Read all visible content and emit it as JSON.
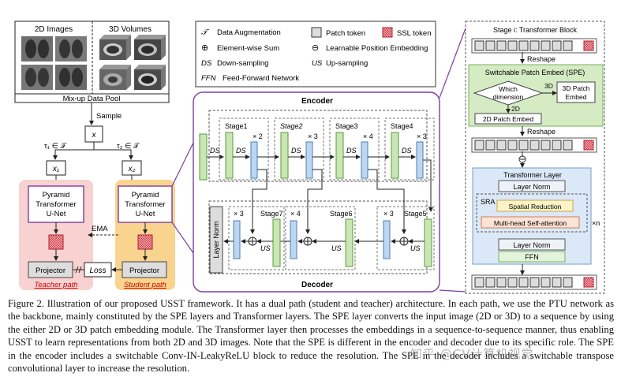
{
  "left": {
    "images_label": "2D Images",
    "volumes_label": "3D Volumes",
    "pool_label": "Mix-up Data Pool",
    "sample_label": "Sample",
    "x_var": "x",
    "tau1": "τ₁ ∈ 𝒯",
    "tau2": "τ₂ ∈ 𝒯",
    "x1": "x₁",
    "x2": "x₂",
    "ptu_line1": "Pyramid",
    "ptu_line2": "Transformer",
    "ptu_line3": "U-Net",
    "ema": "EMA",
    "projector": "Projector",
    "loss": "Loss",
    "teacher_path": "Teacher path",
    "student_path": "Student path"
  },
  "legend": {
    "aug_sym": "𝒯",
    "aug": "Data Augmentation",
    "sum_sym": "⊕",
    "sum": "Element-wise Sum",
    "ds_sym": "DS",
    "ds": "Down-sampling",
    "ffn_sym": "FFN",
    "ffn": "Feed-Forward Network",
    "patch": "Patch token",
    "ssl": "SSL token",
    "lpe_sym": "⊖",
    "lpe": "Learnable Position Embedding",
    "us_sym": "US",
    "us": "Up-sampling"
  },
  "center": {
    "encoder": "Encoder",
    "decoder": "Decoder",
    "layer_norm": "Layer Norm",
    "ds": "DS",
    "us": "US",
    "enc_stages": [
      {
        "name": "Stage1",
        "mult": "× 2"
      },
      {
        "name": "Stage2",
        "mult": "× 3"
      },
      {
        "name": "Stage3",
        "mult": "× 4"
      },
      {
        "name": "Stage4",
        "mult": "× 3"
      }
    ],
    "dec_stages": [
      {
        "name": "Stage7",
        "mult": "× 3"
      },
      {
        "name": "Stage6",
        "mult": "× 4"
      },
      {
        "name": "Stage5",
        "mult": "× 3"
      }
    ]
  },
  "right": {
    "title": "Stage i:  Transformer Block",
    "reshape1": "Reshape",
    "spe_title": "Switchable Patch Embed (SPE)",
    "which": "Which",
    "dimension": "dimension",
    "d3": "3D",
    "d2": "2D",
    "patch3d_1": "3D Patch",
    "patch3d_2": "Embed",
    "patch2d": "2D Patch Embed",
    "reshape2": "Reshape",
    "tl_title": "Transformer Layer",
    "layer_norm": "Layer Norm",
    "sra": "SRA",
    "spatial": "Spatial Reduction",
    "mhsa": "Multi-head Self-attention",
    "layer_norm2": "Layer Norm",
    "ffn": "FFN",
    "xn": "×n"
  },
  "caption": {
    "label": "Figure 2.",
    "text": " Illustration of our proposed USST framework. It has a dual path (student and teacher) architecture. In each path, we use the PTU network as the backbone, mainly constituted by the SPE layers and Transformer layers. The SPE layer converts the input image (2D or 3D) to a sequence by using the either 2D or 3D patch embedding module. The Transformer layer then processes the embeddings in a sequence-to-sequence manner, thus enabling USST to learn representations from both 2D and 3D images. Note that the SPE is different in the encoder and decoder due to its specific role. The SPE in the encoder includes a switchable Conv-IN-LeakyReLU block to reduce the resolution. The SPE in the decoder includes a switchable transpose convolutional layer to increase the resolution."
  },
  "watermark": "知乎 @CV计算机视觉",
  "colors": {
    "purple": "#7b3fa0",
    "green_fill": "#c9e6b4",
    "green_stroke": "#5a9a3a",
    "blue_fill": "#bcd7ef",
    "blue_stroke": "#4a7fb5",
    "red_token": "#e0606a",
    "orange_path": "#f7c97f",
    "pink_path": "#f6c7c7"
  }
}
